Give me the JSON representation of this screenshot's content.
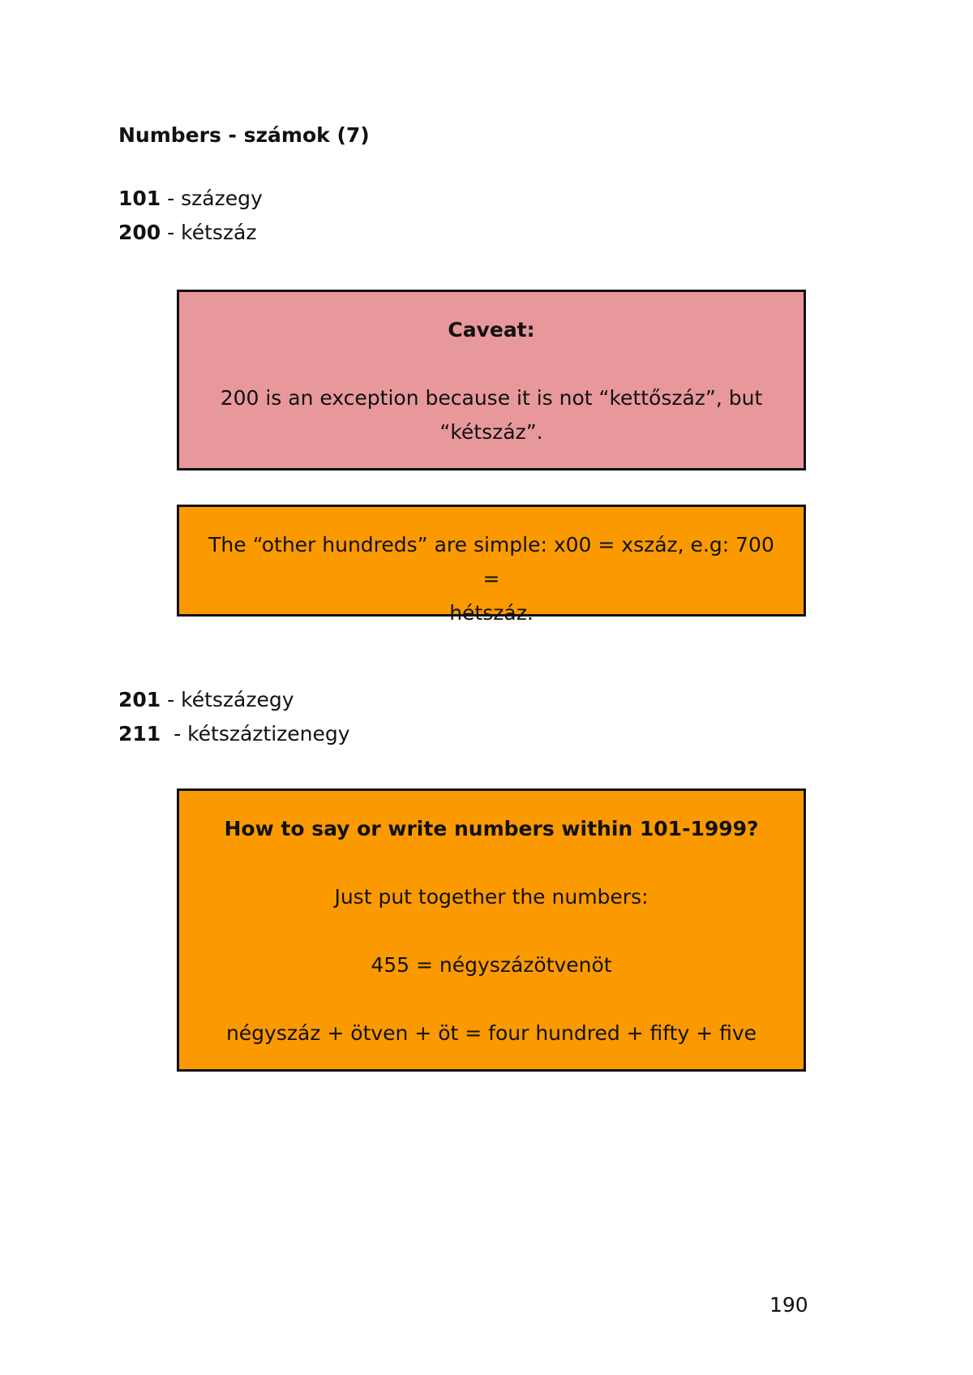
{
  "title": "Numbers - számok (7)",
  "entries_top": [
    {
      "number": "101",
      "separator": " - ",
      "word": "százegy"
    },
    {
      "number": "200",
      "separator": " - ",
      "word": "kétszáz"
    }
  ],
  "caveat_box": {
    "heading": "Caveat:",
    "line1": "200 is an exception because it is not “kettőszáz”, but",
    "line2": "“kétszáz”."
  },
  "other_box": {
    "line1": "The “other hundreds” are simple: x00 = xszáz, e.g: 700 =",
    "line2": "hétszáz."
  },
  "entries_bottom": [
    {
      "number": "201",
      "separator": " - ",
      "word": "kétszázegy"
    },
    {
      "number": "211",
      "separator": "  - ",
      "word": "kétszáztizenegy"
    }
  ],
  "howto_box": {
    "heading": "How to say or write numbers within 101-1999?",
    "line1": "Just put together the numbers:",
    "line2": "455 = négyszázötvenöt",
    "line3": "négyszáz + ötven + öt = four hundred + fifty + five"
  },
  "page_number": "190",
  "colors": {
    "caveat_background": "#e8989b",
    "info_background": "#fb9a00",
    "border": "#111111"
  }
}
